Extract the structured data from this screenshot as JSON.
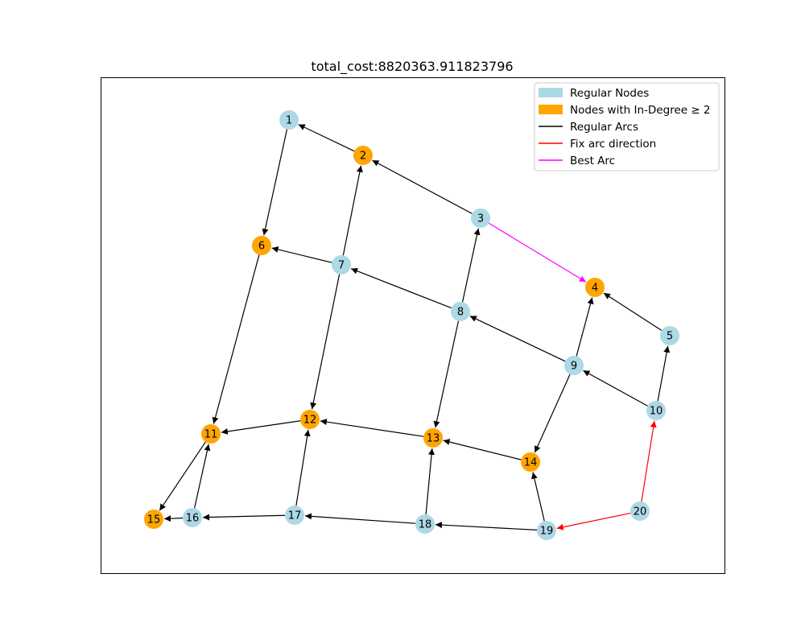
{
  "title": "total_cost:8820363.911823796",
  "colors": {
    "regular_node": "#add8e6",
    "indegree_node": "#ffa500",
    "regular_arc": "#000000",
    "fix_arc": "#ff0000",
    "best_arc": "#ff00ff"
  },
  "legend": [
    {
      "label": "Regular Nodes",
      "type": "patch",
      "color": "#add8e6"
    },
    {
      "label": "Nodes with In-Degree ≥ 2",
      "type": "patch",
      "color": "#ffa500"
    },
    {
      "label": "Regular Arcs",
      "type": "line",
      "color": "#000000"
    },
    {
      "label": "Fix arc direction",
      "type": "line",
      "color": "#ff0000"
    },
    {
      "label": "Best Arc",
      "type": "line",
      "color": "#ff00ff"
    }
  ],
  "nodes": [
    {
      "id": "1",
      "kind": "regular"
    },
    {
      "id": "2",
      "kind": "indegree"
    },
    {
      "id": "3",
      "kind": "regular"
    },
    {
      "id": "4",
      "kind": "indegree"
    },
    {
      "id": "5",
      "kind": "regular"
    },
    {
      "id": "6",
      "kind": "indegree"
    },
    {
      "id": "7",
      "kind": "regular"
    },
    {
      "id": "8",
      "kind": "regular"
    },
    {
      "id": "9",
      "kind": "regular"
    },
    {
      "id": "10",
      "kind": "regular"
    },
    {
      "id": "11",
      "kind": "indegree"
    },
    {
      "id": "12",
      "kind": "indegree"
    },
    {
      "id": "13",
      "kind": "indegree"
    },
    {
      "id": "14",
      "kind": "indegree"
    },
    {
      "id": "15",
      "kind": "indegree"
    },
    {
      "id": "16",
      "kind": "regular"
    },
    {
      "id": "17",
      "kind": "regular"
    },
    {
      "id": "18",
      "kind": "regular"
    },
    {
      "id": "19",
      "kind": "regular"
    },
    {
      "id": "20",
      "kind": "regular"
    }
  ],
  "edges": [
    {
      "from": "2",
      "to": "1",
      "kind": "regular"
    },
    {
      "from": "3",
      "to": "2",
      "kind": "regular"
    },
    {
      "from": "3",
      "to": "4",
      "kind": "best"
    },
    {
      "from": "5",
      "to": "4",
      "kind": "regular"
    },
    {
      "from": "1",
      "to": "6",
      "kind": "regular"
    },
    {
      "from": "7",
      "to": "6",
      "kind": "regular"
    },
    {
      "from": "7",
      "to": "2",
      "kind": "regular"
    },
    {
      "from": "8",
      "to": "7",
      "kind": "regular"
    },
    {
      "from": "8",
      "to": "3",
      "kind": "regular"
    },
    {
      "from": "9",
      "to": "8",
      "kind": "regular"
    },
    {
      "from": "9",
      "to": "4",
      "kind": "regular"
    },
    {
      "from": "10",
      "to": "9",
      "kind": "regular"
    },
    {
      "from": "10",
      "to": "5",
      "kind": "regular"
    },
    {
      "from": "6",
      "to": "11",
      "kind": "regular"
    },
    {
      "from": "7",
      "to": "12",
      "kind": "regular"
    },
    {
      "from": "8",
      "to": "13",
      "kind": "regular"
    },
    {
      "from": "9",
      "to": "14",
      "kind": "regular"
    },
    {
      "from": "12",
      "to": "11",
      "kind": "regular"
    },
    {
      "from": "13",
      "to": "12",
      "kind": "regular"
    },
    {
      "from": "14",
      "to": "13",
      "kind": "regular"
    },
    {
      "from": "11",
      "to": "15",
      "kind": "regular"
    },
    {
      "from": "16",
      "to": "15",
      "kind": "regular"
    },
    {
      "from": "16",
      "to": "11",
      "kind": "regular"
    },
    {
      "from": "17",
      "to": "16",
      "kind": "regular"
    },
    {
      "from": "17",
      "to": "12",
      "kind": "regular"
    },
    {
      "from": "18",
      "to": "17",
      "kind": "regular"
    },
    {
      "from": "18",
      "to": "13",
      "kind": "regular"
    },
    {
      "from": "19",
      "to": "18",
      "kind": "regular"
    },
    {
      "from": "19",
      "to": "14",
      "kind": "regular"
    },
    {
      "from": "20",
      "to": "19",
      "kind": "fix"
    },
    {
      "from": "20",
      "to": "10",
      "kind": "fix"
    }
  ]
}
